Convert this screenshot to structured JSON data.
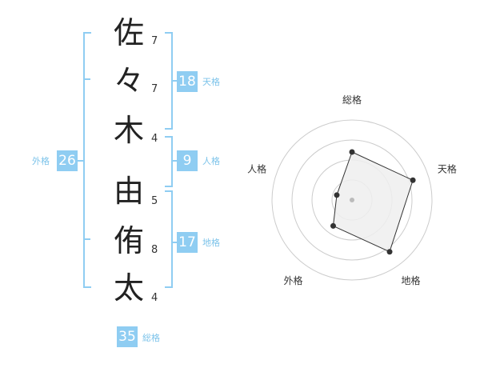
{
  "name": {
    "characters": [
      {
        "char": "佐",
        "strokes": "7"
      },
      {
        "char": "々",
        "strokes": "7"
      },
      {
        "char": "木",
        "strokes": "4"
      },
      {
        "char": "由",
        "strokes": "5"
      },
      {
        "char": "侑",
        "strokes": "8"
      },
      {
        "char": "太",
        "strokes": "4"
      }
    ]
  },
  "kaku": {
    "tenkaku": {
      "value": "18",
      "label": "天格"
    },
    "jinkaku": {
      "value": "9",
      "label": "人格"
    },
    "chikaku": {
      "value": "17",
      "label": "地格"
    },
    "gaikaku": {
      "value": "26",
      "label": "外格"
    },
    "soukaku": {
      "value": "35",
      "label": "総格"
    }
  },
  "chart_data": {
    "type": "radar",
    "axes": [
      "総格",
      "天格",
      "地格",
      "外格",
      "人格"
    ],
    "values": [
      3,
      4,
      4,
      2,
      1
    ],
    "range": [
      0,
      5
    ],
    "rings": 4
  },
  "colors": {
    "accent": "#8fcdf2",
    "radar_fill": "#eeeeee",
    "radar_line": "#333333",
    "ring": "#cccccc"
  }
}
